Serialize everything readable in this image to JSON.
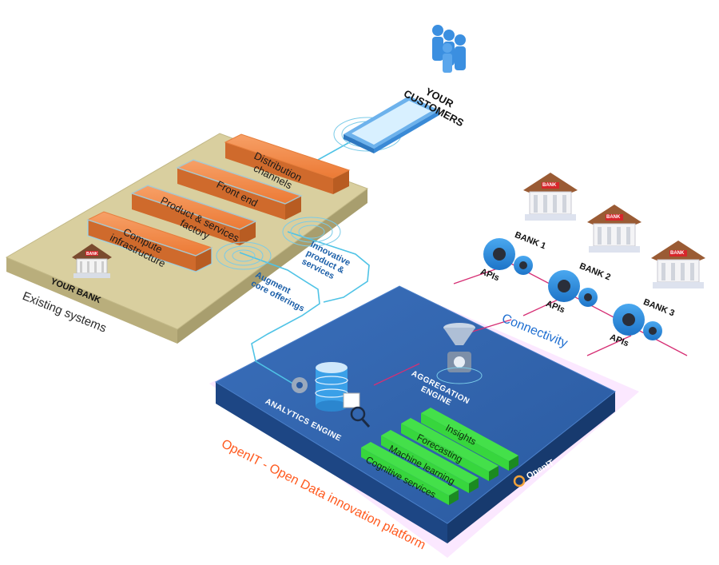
{
  "customers": {
    "label_line1": "YOUR",
    "label_line2": "CUSTOMERS"
  },
  "existing": {
    "title": "Existing systems",
    "bank_label": "YOUR BANK",
    "bank_sign": "BANK",
    "layers": [
      {
        "line1": "Distribution",
        "line2": "channels"
      },
      {
        "line1": "Front end",
        "line2": ""
      },
      {
        "line1": "Product & services",
        "line2": "factory"
      },
      {
        "line1": "Compute",
        "line2": "infrastructure"
      }
    ]
  },
  "flows": {
    "innovative": {
      "line1": "Innovative",
      "line2": "product &",
      "line3": "services"
    },
    "augment": {
      "line1": "Augment",
      "line2": "core offerings"
    }
  },
  "platform": {
    "title": "OpenIT - Open Data innovation platform",
    "analytics_label": "ANALYTICS ENGINE",
    "aggregation_line1": "AGGREGATION",
    "aggregation_line2": "ENGINE",
    "logo_text": "OpenIT",
    "services": [
      "Insights",
      "Forecasting",
      "Machine learning",
      "Cognitive services"
    ]
  },
  "connectivity": {
    "label": "Connectivity",
    "apis_label": "APIs",
    "banks": [
      {
        "label": "BANK 1",
        "sign": "BANK"
      },
      {
        "label": "BANK 2",
        "sign": "BANK"
      },
      {
        "label": "BANK 3",
        "sign": "BANK"
      }
    ]
  },
  "colors": {
    "orange": "#f08a4b",
    "beige": "#d9cf9f",
    "platform_blue": "#2d5fa8",
    "green": "#35d43a",
    "connectivity": "#1f6fd1",
    "platform_title": "#ff5a1f",
    "pink_line": "#d62f74"
  }
}
